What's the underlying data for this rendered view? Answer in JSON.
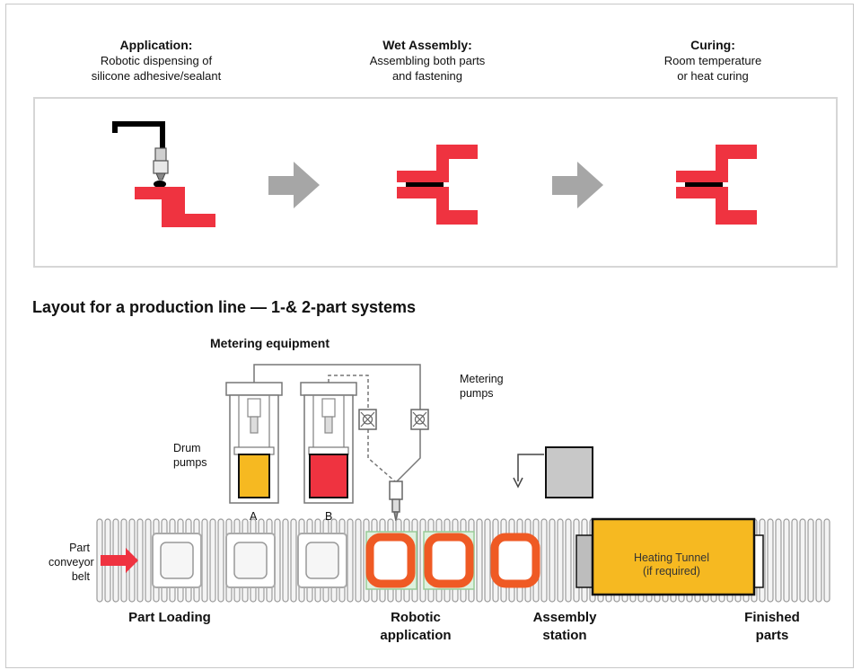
{
  "stages": [
    {
      "title": "Application:",
      "desc_line1": "Robotic dispensing of",
      "desc_line2": "silicone adhesive/sealant"
    },
    {
      "title": "Wet Assembly:",
      "desc_line1": "Assembling both parts",
      "desc_line2": "and fastening"
    },
    {
      "title": "Curing:",
      "desc_line1": "Room temperature",
      "desc_line2": "or heat curing"
    }
  ],
  "layout_title": "Layout for a production line — 1-& 2-part systems",
  "metering_equipment": "Metering equipment",
  "metering_pumps": {
    "line1": "Metering",
    "line2": "pumps"
  },
  "drum_pumps": {
    "line1": "Drum",
    "line2": "pumps"
  },
  "drum_a": "A",
  "drum_b": "B",
  "conveyor": {
    "line1": "Part",
    "line2": "conveyor",
    "line3": "belt"
  },
  "heating_tunnel": {
    "line1": "Heating Tunnel",
    "line2": "(if required)"
  },
  "stations": {
    "part_loading": "Part Loading",
    "robotic_application": {
      "line1": "Robotic",
      "line2": "application"
    },
    "assembly_station": {
      "line1": "Assembly",
      "line2": "station"
    },
    "finished_parts": {
      "line1": "Finished",
      "line2": "parts"
    }
  },
  "colors": {
    "part_red": "#ef3340",
    "drum_yellow": "#f6b921",
    "drum_red": "#ef3340",
    "adhesive_orange": "#ef5a24",
    "arrow_gray": "#a6a6a6",
    "conveyor_gray": "#b7b7b7"
  }
}
